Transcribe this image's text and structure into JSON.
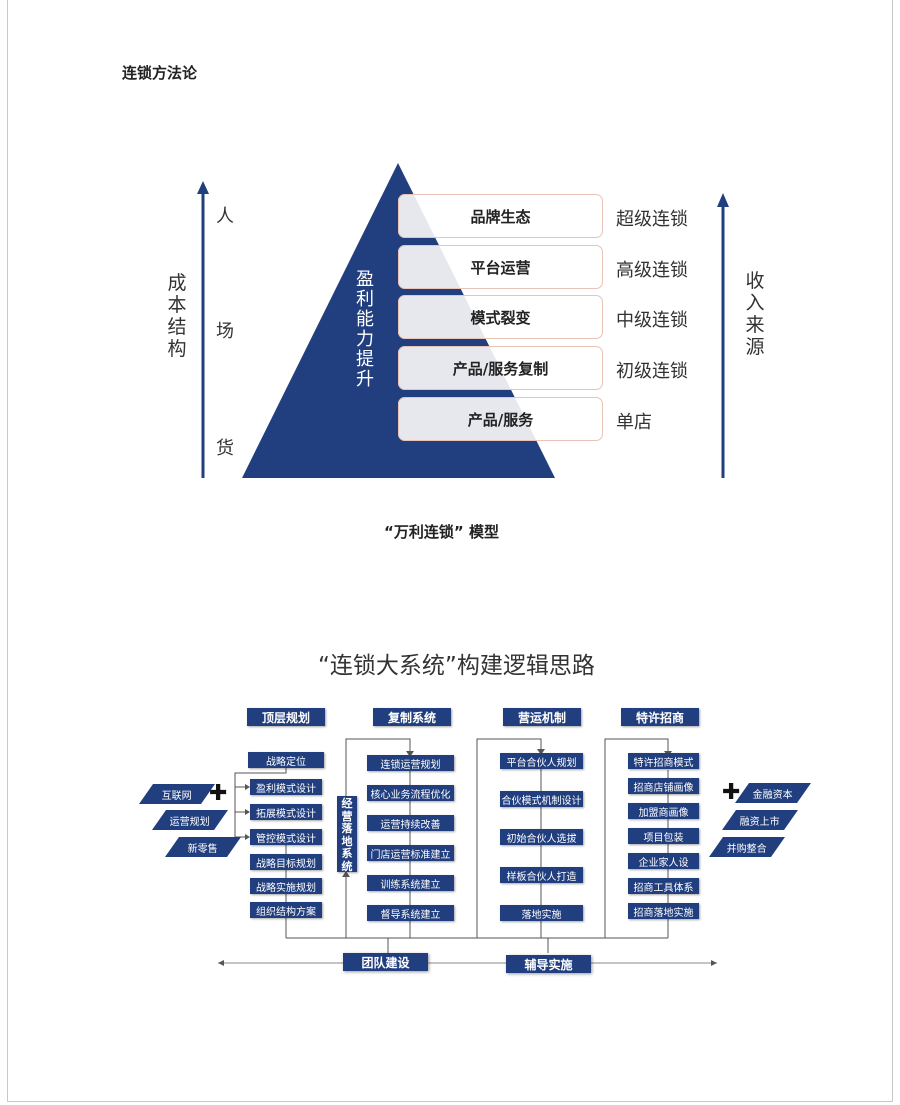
{
  "section_title": "连锁方法论",
  "pyramid_model": {
    "left_axis": {
      "label": "成本结构",
      "items": [
        "人",
        "场",
        "货"
      ]
    },
    "center_label": "盈利能力提升",
    "tiers": [
      {
        "name": "品牌生态",
        "level": "超级连锁"
      },
      {
        "name": "平台运营",
        "level": "高级连锁"
      },
      {
        "name": "模式裂变",
        "level": "中级连锁"
      },
      {
        "name": "产品/服务复制",
        "level": "初级连锁"
      },
      {
        "name": "产品/服务",
        "level": "单店"
      }
    ],
    "right_axis": {
      "label": "收入来源"
    },
    "caption": "“万利连锁” 模型",
    "colors": {
      "pyramid": "#213f7f",
      "tier_fill": "#e6e8ee",
      "tier_border": "#e8c4b8"
    }
  },
  "system_diagram": {
    "title": "“连锁大系统”构建逻辑思路",
    "left_inputs": [
      "互联网",
      "运营规划",
      "新零售"
    ],
    "right_inputs": [
      "金融资本",
      "融资上市",
      "并购整合"
    ],
    "plus_symbol": "✚",
    "side_box": "经营落地系统",
    "columns": [
      {
        "header": "顶层规划",
        "items": [
          "战略定位",
          "盈利模式设计",
          "拓展模式设计",
          "管控模式设计",
          "战略目标规划",
          "战略实施规划",
          "组织结构方案"
        ]
      },
      {
        "header": "复制系统",
        "items": [
          "连锁运营规划",
          "核心业务流程优化",
          "运营持续改善",
          "门店运营标准建立",
          "训练系统建立",
          "督导系统建立"
        ]
      },
      {
        "header": "营运机制",
        "items": [
          "平台合伙人规划",
          "合伙模式机制设计",
          "初始合伙人选拔",
          "样板合伙人打造",
          "落地实施"
        ]
      },
      {
        "header": "特许招商",
        "items": [
          "特许招商模式",
          "招商店铺画像",
          "加盟商画像",
          "项目包装",
          "企业家人设",
          "招商工具体系",
          "招商落地实施"
        ]
      }
    ],
    "bottom_bars": [
      "团队建设",
      "辅导实施"
    ],
    "colors": {
      "box": "#213f7f",
      "text": "#ffffff",
      "line": "#555555"
    }
  }
}
